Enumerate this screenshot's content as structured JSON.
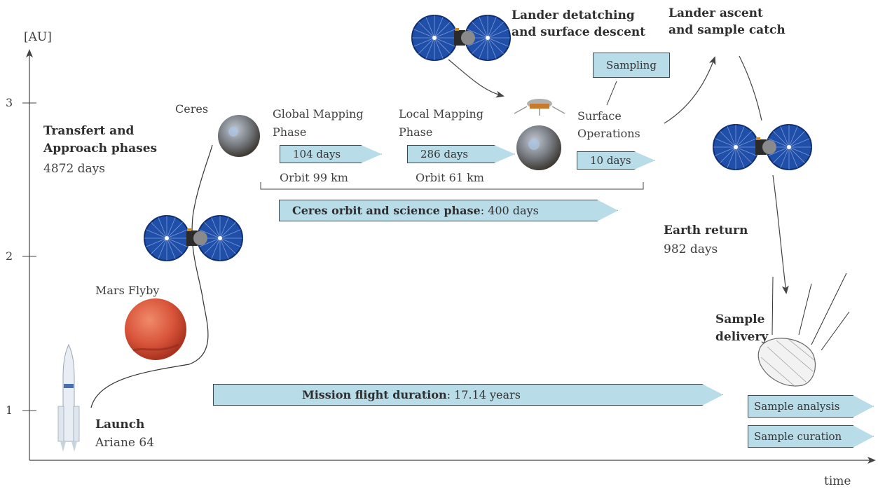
{
  "axis": {
    "y_unit": "[AU]",
    "x_label": "time",
    "y_ticks": [
      "1",
      "2",
      "3"
    ]
  },
  "phases": {
    "transfer_title_1": "Transfert and",
    "transfer_title_2": "Approach phases",
    "transfer_days": "4872 days",
    "launch_title": "Launch",
    "launch_vehicle": "Ariane 64",
    "mars_flyby": "Mars Flyby",
    "ceres": "Ceres",
    "global_mapping_1": "Global Mapping",
    "global_mapping_2": "Phase",
    "global_days": "104 days",
    "global_orbit": "Orbit 99 km",
    "local_mapping_1": "Local Mapping",
    "local_mapping_2": "Phase",
    "local_days": "286 days",
    "local_orbit": "Orbit 61 km",
    "surface_1": "Surface",
    "surface_2": "Operations",
    "surface_days": "10 days",
    "sampling": "Sampling",
    "lander_detach_1": "Lander detatching",
    "lander_detach_2": "and surface descent",
    "lander_ascent_1": "Lander ascent",
    "lander_ascent_2": "and sample catch",
    "ceres_orbit_bold": "Ceres orbit and science phase",
    "ceres_orbit_rest": ": 400 days",
    "earth_return_title": "Earth return",
    "earth_return_days": "982 days",
    "sample_delivery_1": "Sample",
    "sample_delivery_2": "delivery",
    "mission_bold": "Mission flight duration",
    "mission_rest": ": 17.14 years",
    "sample_analysis": "Sample analysis",
    "sample_curation": "Sample curation"
  },
  "colors": {
    "phase_fill": "#b8dce8",
    "solar_panel": "#1f4fa8",
    "mars": "#d9573c",
    "ceres": "#7a7f86"
  },
  "icons": [
    "rocket-icon",
    "mars-planet-icon",
    "ceres-planet-icon",
    "spacecraft-icon",
    "lander-icon",
    "capsule-icon"
  ]
}
